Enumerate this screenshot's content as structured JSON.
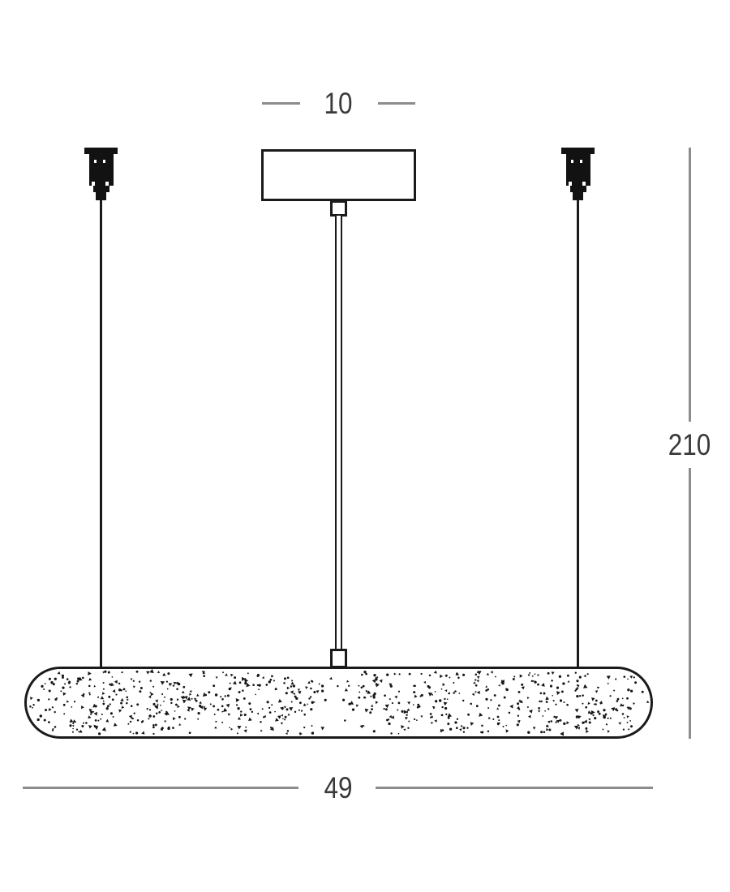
{
  "diagram": {
    "type": "pendant-lamp-dimension-drawing",
    "dimension_labels": {
      "canopy_width": "10",
      "body_length": "49",
      "overall_height": "210"
    },
    "colors": {
      "ink": "#1a1a1a",
      "dimension_line": "#8c8c8c",
      "label_text": "#3a3a3a",
      "background": "#ffffff",
      "speckle": "#161616"
    }
  }
}
